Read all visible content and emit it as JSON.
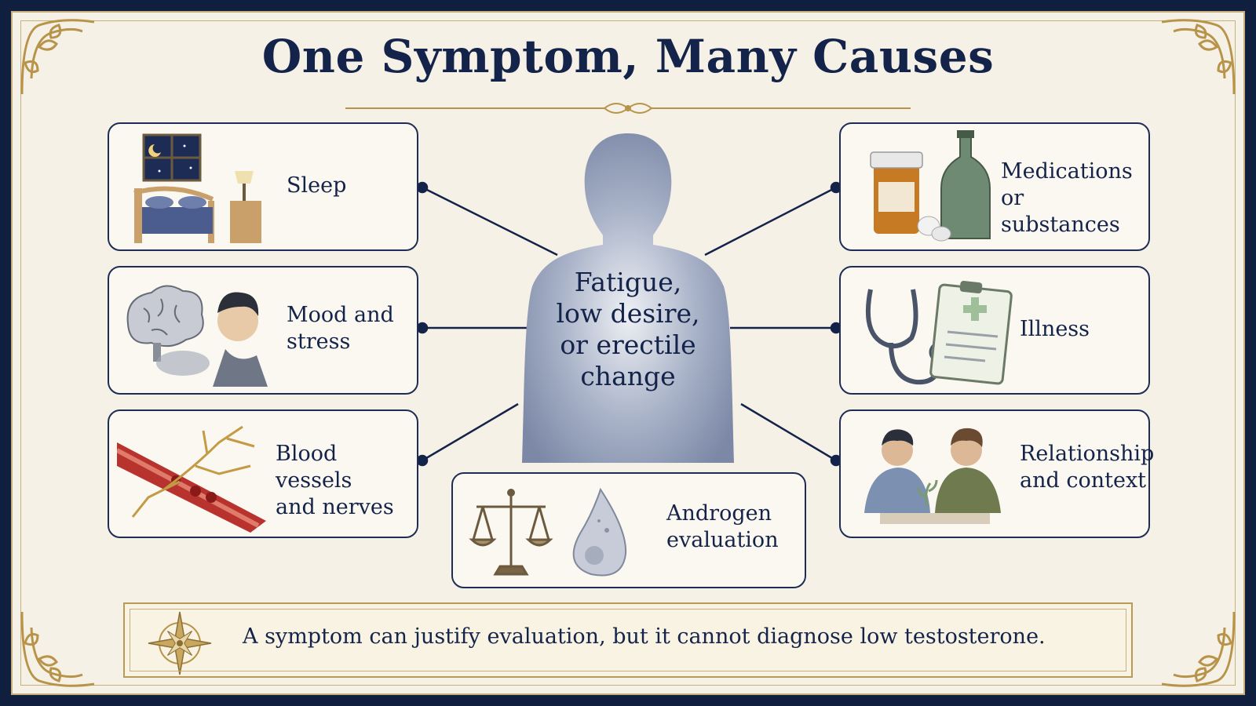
{
  "title": "One Symptom, Many Causes",
  "center": {
    "text": "Fatigue,\nlow desire,\nor erectile\nchange"
  },
  "causes": [
    {
      "label": "Sleep",
      "icon": "bedroom-icon"
    },
    {
      "label": "Mood and\nstress",
      "icon": "brain-and-person-icon"
    },
    {
      "label": "Blood vessels\nand nerves",
      "icon": "blood-vessel-icon"
    },
    {
      "label": "Androgen\nevaluation",
      "icon": "scale-and-gland-icon"
    },
    {
      "label": "Medications\nor substances",
      "icon": "pill-bottle-icon"
    },
    {
      "label": "Illness",
      "icon": "stethoscope-clipboard-icon"
    },
    {
      "label": "Relationship\nand context",
      "icon": "two-people-talking-icon"
    }
  ],
  "footer": {
    "text": "A symptom can justify evaluation, but it cannot diagnose low testosterone.",
    "icon": "compass-rose-icon"
  },
  "colors": {
    "navy": "#14234a",
    "gold": "#b89a55",
    "cream": "#f6f1e6",
    "silhouette": "#8a96b2"
  }
}
